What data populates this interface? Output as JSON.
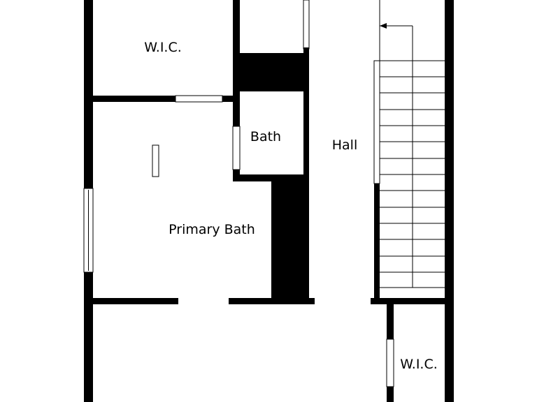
{
  "floor_plan": {
    "rooms": {
      "wic_top": "W.I.C.",
      "bath": "Bath",
      "hall": "Hall",
      "primary_bath": "Primary Bath",
      "wic_bottom": "W.I.C."
    },
    "colors": {
      "wall": "#000000",
      "background": "#ffffff"
    },
    "stairs": {
      "step_count": 14,
      "direction_arrow": "up"
    }
  }
}
